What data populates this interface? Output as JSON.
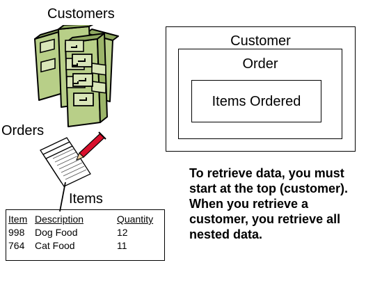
{
  "left_labels": {
    "customers": "Customers",
    "orders": "Orders",
    "items": "Items"
  },
  "nested_boxes": {
    "outer": "Customer",
    "middle": "Order",
    "inner": "Items Ordered"
  },
  "items_table": {
    "headers": [
      "Item",
      "Description",
      "Quantity"
    ],
    "rows": [
      [
        "998",
        "Dog Food",
        "12"
      ],
      [
        "764",
        "Cat Food",
        "11"
      ]
    ]
  },
  "note": "To retrieve data, you must start at the top (customer). When you retrieve a customer, you retrieve all nested data.",
  "colors": {
    "cabinet_fill": "#b8cf88",
    "cabinet_outline": "#000000",
    "pen_red": "#d8102c"
  }
}
